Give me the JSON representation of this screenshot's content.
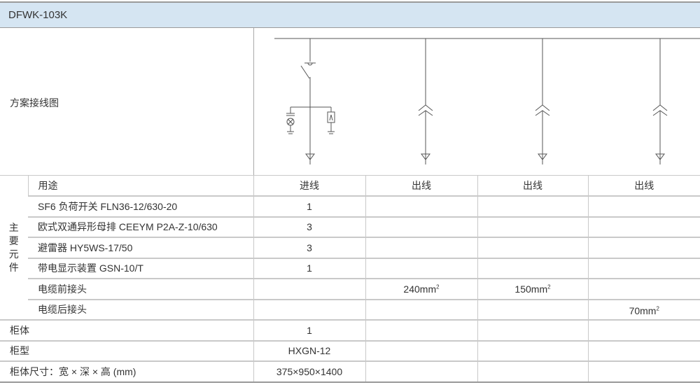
{
  "title": "DFWK-103K",
  "diagram_label": "方案接线图",
  "components_group_label": [
    "主",
    "要",
    "元",
    "件"
  ],
  "columns": [
    "进线",
    "出线",
    "出线",
    "出线"
  ],
  "usage_label": "用途",
  "component_rows": [
    {
      "name": "SF6 负荷开关 FLN36-12/630-20",
      "values": [
        "1",
        "",
        "",
        ""
      ]
    },
    {
      "name": "欧式双通异形母排 CEEYM P2A-Z-10/630",
      "values": [
        "3",
        "",
        "",
        ""
      ]
    },
    {
      "name": "避雷器 HY5WS-17/50",
      "values": [
        "3",
        "",
        "",
        ""
      ]
    },
    {
      "name": "带电显示装置 GSN-10/T",
      "values": [
        "1",
        "",
        "",
        ""
      ]
    },
    {
      "name": "电缆前接头",
      "values": [
        "",
        "240mm",
        "150mm",
        ""
      ]
    },
    {
      "name": "电缆后接头",
      "values": [
        "",
        "",
        "",
        "70mm"
      ]
    }
  ],
  "superscript": "2",
  "cabinet_rows": [
    {
      "name": "柜体",
      "value": "1"
    },
    {
      "name": "柜型",
      "value": "HXGN-12"
    },
    {
      "name": "柜体尺寸：宽 × 深 × 高 (mm)",
      "value": "375×950×1400"
    }
  ]
}
